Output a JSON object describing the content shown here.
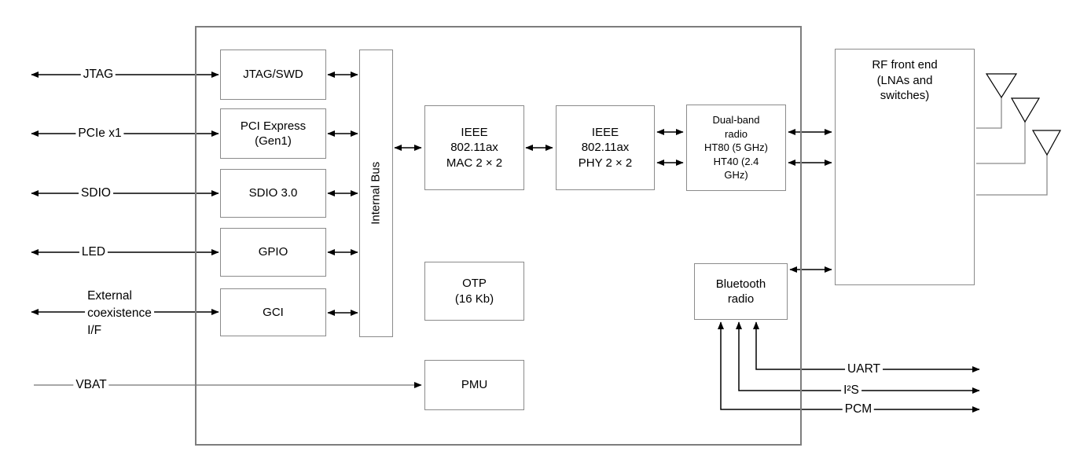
{
  "diagram_name": "SoC block diagram",
  "colors": {
    "box_border": "#8b8b8b",
    "chip_border": "#7d7d7d",
    "arrow_line": "#000000",
    "muted_line": "#8b8b8b",
    "text": "#000000",
    "background": "#ffffff"
  },
  "left_ports": {
    "jtag": "JTAG",
    "pcie": "PCIe x1",
    "sdio": "SDIO",
    "led": "LED",
    "coex": "External\ncoexistence\nI/F",
    "vbat": "VBAT"
  },
  "right_ports": {
    "uart": "UART",
    "i2s": "I²S",
    "pcm": "PCM"
  },
  "blocks": {
    "jtag_swd": "JTAG/SWD",
    "pci_express": "PCI Express\n(Gen1)",
    "sdio_30": "SDIO 3.0",
    "gpio": "GPIO",
    "gci": "GCI",
    "internal_bus": "Internal Bus",
    "wlan_mac": "IEEE\n802.11ax\nMAC 2 × 2",
    "wlan_phy": "IEEE\n802.11ax\nPHY 2 × 2",
    "dual_band_radio": "Dual-band\nradio\nHT80 (5 GHz)\nHT40 (2.4\nGHz)",
    "otp": "OTP\n(16 Kb)",
    "pmu": "PMU",
    "bluetooth_radio": "Bluetooth\nradio",
    "rf_front_end": "RF front end\n(LNAs and\nswitches)"
  }
}
